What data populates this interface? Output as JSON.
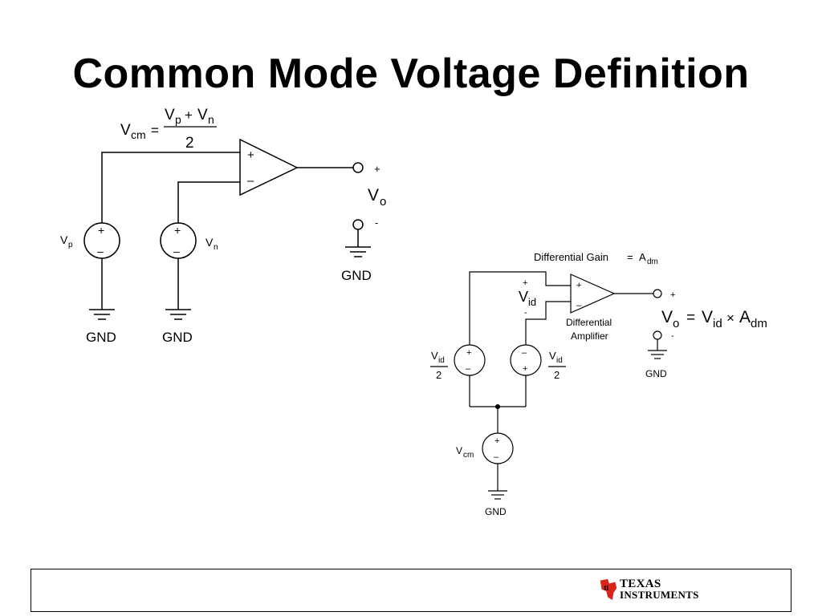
{
  "slide": {
    "title": "Common Mode Voltage Definition"
  },
  "left_circuit": {
    "formula_lhs_main": "V",
    "formula_lhs_sub": "cm",
    "formula_equals": "=",
    "formula_num_v1": "V",
    "formula_num_sub1": "p",
    "formula_plus": "+",
    "formula_num_v2": "V",
    "formula_num_sub2": "n",
    "formula_den": "2",
    "opamp_plus": "+",
    "opamp_minus": "–",
    "out_plus": "+",
    "out_minus": "-",
    "vout_main": "V",
    "vout_sub": "o",
    "vp_main": "V",
    "vp_sub": "p",
    "vn_main": "V",
    "vn_sub": "n",
    "src_plus": "+",
    "src_minus": "–",
    "gnd_label": "GND"
  },
  "right_circuit": {
    "gain_text": "Differential Gain",
    "gain_eq": "=",
    "gain_a": "A",
    "gain_sub": "dm",
    "vid_plus": "+",
    "vid_minus": "-",
    "vid_main": "V",
    "vid_sub": "id",
    "amp_label_1": "Differential",
    "amp_label_2": "Amplifier",
    "amp_plus": "+",
    "amp_minus": "–",
    "out_plus": "+",
    "out_minus": "-",
    "eq_vo": "V",
    "eq_vo_sub": "o",
    "eq_equals": "=",
    "eq_vid": "V",
    "eq_vid_sub": "id",
    "eq_times": "×",
    "eq_a": "A",
    "eq_a_sub": "dm",
    "half_main": "V",
    "half_sub": "id",
    "half_den": "2",
    "src_plus": "+",
    "src_minus": "–",
    "vcm_main": "V",
    "vcm_sub": "cm",
    "gnd_label": "GND"
  },
  "footer": {
    "logo_line1": "TEXAS",
    "logo_line2": "INSTRUMENTS",
    "logo_color": "#d9241c"
  }
}
